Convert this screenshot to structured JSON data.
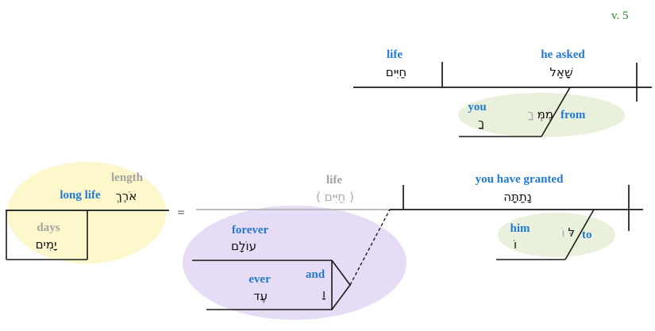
{
  "verse_label": "v. 5",
  "colors": {
    "gloss_blue": "#2379d0",
    "muted_gray": "#a3a3a3",
    "verse_green": "#2b8a2b",
    "yellow_ellipse": "#fcf8cc",
    "purple_ellipse": "#e7dcf5",
    "green_ellipse": "#e9f1dc"
  },
  "asked_clause": {
    "object": {
      "gloss": "life",
      "hebrew": "חַיִּים"
    },
    "verb": {
      "gloss": "he asked",
      "hebrew": "שָׁאַל"
    },
    "from_phrase": {
      "preposition_gloss": "from",
      "preposition_hebrew": "מִמְּ",
      "suffix_hint": "ךָ",
      "object_gloss": "you",
      "object_hebrew": "ךָ"
    }
  },
  "granted_clause": {
    "construct": {
      "combined_gloss": "long life",
      "head_gloss": "length",
      "head_hebrew": "אֹרֶךְ",
      "genitive_gloss": "days",
      "genitive_hebrew": "יָמִים"
    },
    "equals": "=",
    "elided_object": {
      "gloss": "life",
      "hebrew": "( חַיִּים )"
    },
    "verb": {
      "gloss": "you have granted",
      "hebrew": "נָתַתָּה"
    },
    "to_phrase": {
      "preposition_gloss": "to",
      "preposition_hebrew": "לּ",
      "suffix_hint": "וֹ",
      "object_gloss": "him",
      "object_hebrew": "וֹ"
    },
    "compound": {
      "first_gloss": "forever",
      "first_hebrew": "עוֹלָם",
      "second_gloss": "ever",
      "second_hebrew": "עֶד",
      "conjunction_gloss": "and",
      "conjunction_hebrew": "וָ"
    }
  }
}
